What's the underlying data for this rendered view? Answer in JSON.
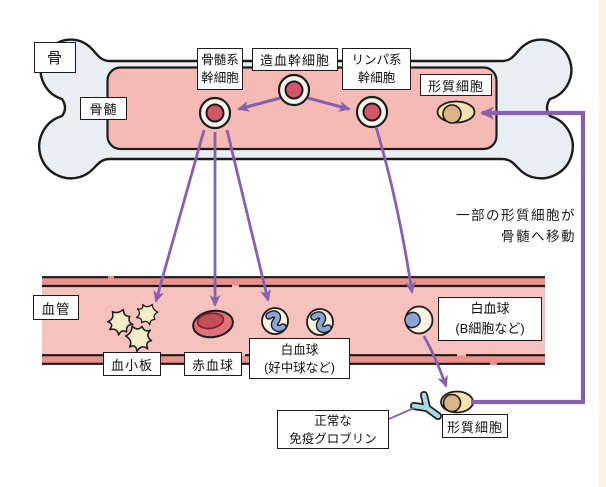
{
  "labels": {
    "bone": "骨",
    "bone_marrow": "骨髄",
    "myeloid_line1": "骨髄系",
    "myeloid_line2": "幹細胞",
    "hsc": "造血幹細胞",
    "lymphoid_line1": "リンパ系",
    "lymphoid_line2": "幹細胞",
    "plasma_top": "形質細胞",
    "vessel": "血管",
    "platelet": "血小板",
    "rbc": "赤血球",
    "wbc_neutrophil_line1": "白血球",
    "wbc_neutrophil_line2": "(好中球など)",
    "wbc_b_line1": "白血球",
    "wbc_b_line2": "(B細胞など)",
    "immunoglobulin_line1": "正常な",
    "immunoglobulin_line2": "免疫グロブリン",
    "plasma_bottom": "形質細胞",
    "migration_line1": "一部の形質細胞が",
    "migration_line2": "骨髄へ移動"
  },
  "colors": {
    "bone_fill": "#e9eef2",
    "outline": "#1c1c1c",
    "marrow_fill": "#f5bab6",
    "vessel_wall": "#e8928e",
    "vessel_lumen": "#f6c2be",
    "cell_ring": "#f8f4ec",
    "stem_nucleus": "#d25569",
    "rbc_outer": "#e0707b",
    "rbc_inner": "#c24e59",
    "wbc_fill": "#f8f3e3",
    "wbc_nucleus": "#8ba4d6",
    "platelet_fill": "#f3eec9",
    "plasma_outer": "#f6e3b0",
    "plasma_inner": "#d9b488",
    "antibody": "#a8dae3",
    "arrow_purple": "#8760ae"
  }
}
